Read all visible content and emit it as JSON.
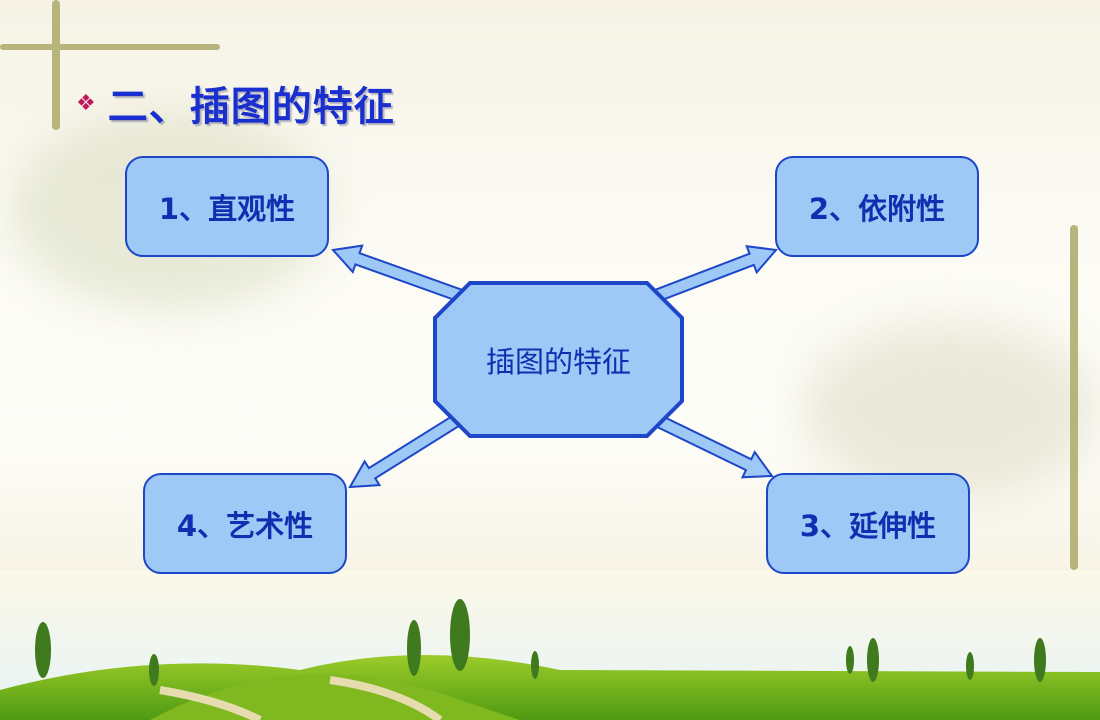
{
  "title": {
    "bullet_icon": "diamond-bullet-icon",
    "text": "二、插图的特征"
  },
  "diagram": {
    "center": "插图的特征",
    "nodes": [
      {
        "id": "n1",
        "label": "1、直观性"
      },
      {
        "id": "n2",
        "label": "2、依附性"
      },
      {
        "id": "n3",
        "label": "3、延伸性"
      },
      {
        "id": "n4",
        "label": "4、艺术性"
      }
    ]
  },
  "colors": {
    "box_fill": "#9ec9f7",
    "box_border": "#1d46c9",
    "text": "#0d2fb0",
    "title": "#1a2fcf",
    "bullet": "#c0185e"
  }
}
